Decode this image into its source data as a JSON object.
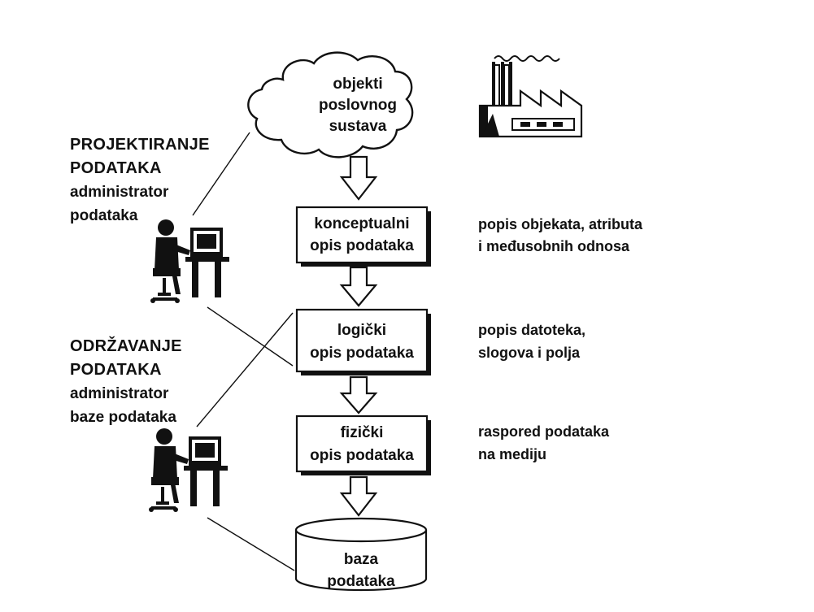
{
  "cloud": {
    "line1": "objekti",
    "line2": "poslovnog",
    "line3": "sustava"
  },
  "boxes": {
    "conceptual": {
      "line1": "konceptualni",
      "line2": "opis podataka"
    },
    "logical": {
      "line1": "logički",
      "line2": "opis podataka"
    },
    "physical": {
      "line1": "fizički",
      "line2": "opis podataka"
    }
  },
  "database": {
    "line1": "baza",
    "line2": "podataka"
  },
  "left": {
    "design": {
      "line1": "PROJEKTIRANJE",
      "line2": "PODATAKA",
      "line3": "administrator",
      "line4": "podataka"
    },
    "maintenance": {
      "line1": "ODRŽAVANJE",
      "line2": "PODATAKA",
      "line3": "administrator",
      "line4": "baze podataka"
    }
  },
  "right": {
    "conceptual": {
      "line1": "popis objekata, atributa",
      "line2": "i međusobnih odnosa"
    },
    "logical": {
      "line1": "popis datoteka,",
      "line2": "slogova i polja"
    },
    "physical": {
      "line1": "raspored podataka",
      "line2": "na mediju"
    }
  },
  "icons": [
    "cloud-icon",
    "factory-icon",
    "person-at-computer-icon",
    "database-cylinder-icon",
    "down-arrow-icon"
  ]
}
